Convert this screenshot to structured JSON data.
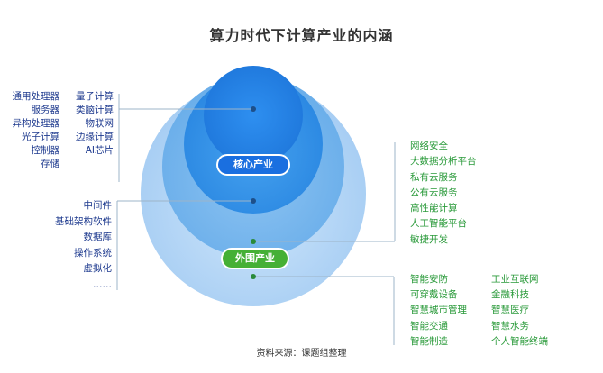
{
  "title": "算力时代下计算产业的内涵",
  "core_badge": "核心产业",
  "outer_badge": "外围产业",
  "hardware": {
    "col1": [
      "通用处理器",
      "服务器",
      "异构处理器",
      "光子计算",
      "控制器",
      "存储"
    ],
    "col2": [
      "量子计算",
      "类脑计算",
      "物联网",
      "边缘计算",
      "AI芯片"
    ]
  },
  "software": [
    "中间件",
    "基础架构软件",
    "数据库",
    "操作系统",
    "虚拟化",
    "……"
  ],
  "services": [
    "网络安全",
    "大数据分析平台",
    "私有云服务",
    "公有云服务",
    "高性能计算",
    "人工智能平台",
    "敏捷开发"
  ],
  "applications": {
    "col1": [
      "智能安防",
      "可穿戴设备",
      "智慧城市管理",
      "智能交通",
      "智能制造"
    ],
    "col2": [
      "工业互联网",
      "金融科技",
      "智慧医疗",
      "智慧水务",
      "个人智能终端"
    ]
  },
  "source": "资料来源：课题组整理",
  "colors": {
    "label_blue": "#1f3b8f",
    "label_green": "#2a9a3a",
    "core_badge": "#1a6fe0",
    "outer_badge": "#45b035"
  }
}
